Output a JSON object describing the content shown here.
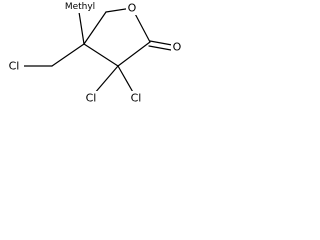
{
  "molecule": {
    "atoms": {
      "ring_oxygen": "O",
      "carbonyl_oxygen": "O",
      "chloromethyl_cl": "Cl",
      "geminal_cl_1": "Cl",
      "geminal_cl_2": "Cl",
      "methyl_label": "Methyl"
    },
    "colors": {
      "bond": "#000000",
      "label": "#000000",
      "background": "#ffffff"
    }
  }
}
